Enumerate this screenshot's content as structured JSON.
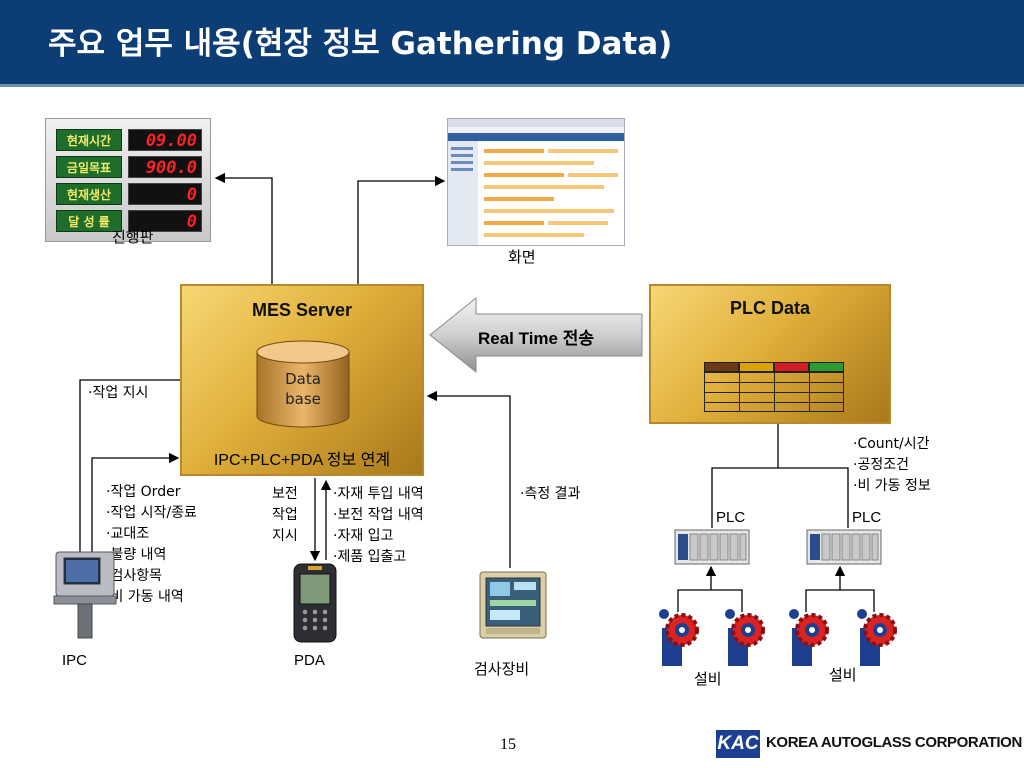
{
  "title": "주요 업무 내용(현장 정보 Gathering Data)",
  "board": {
    "caption": "진행판",
    "rows": [
      {
        "key": "현재시간",
        "value": "09.00"
      },
      {
        "key": "금일목표",
        "value": "900.0"
      },
      {
        "key": "현재생산",
        "value": "0"
      },
      {
        "key": "달 성 률",
        "value": "0"
      }
    ]
  },
  "screen": {
    "caption": "화면"
  },
  "mes": {
    "title": "MES Server",
    "db_line1": "Data",
    "db_line2": "base",
    "footer": "IPC+PLC+PDA 정보 연계"
  },
  "realtime": {
    "label": "Real Time 전송"
  },
  "plc_box": {
    "title": "PLC Data",
    "header_colors": [
      "#6b3a12",
      "#d9a400",
      "#d21e1e",
      "#2e9b2e"
    ]
  },
  "plc_info": [
    "·Count/시간",
    "·공정조건",
    "·비 가동 정보"
  ],
  "work_order": "·작업 지시",
  "ipc_info": [
    "·작업 Order",
    "·작업 시작/종료",
    "·교대조",
    "·불량 내역",
    "·검사항목",
    "·비 가동 내역"
  ],
  "pda_left": [
    "보전",
    "작업",
    "지시"
  ],
  "pda_right": [
    "·자재 투입 내역",
    "·보전 작업 내역",
    "·자재 입고",
    "·제품 입출고"
  ],
  "measure": "·측정 결과",
  "devices": {
    "ipc": "IPC",
    "pda": "PDA",
    "inspect": "검사장비",
    "plc1": "PLC",
    "plc2": "PLC",
    "equip1": "설비",
    "equip2": "설비"
  },
  "page_number": "15",
  "footer": {
    "logo": "KAC",
    "company": "KOREA AUTOGLASS CORPORATION"
  }
}
